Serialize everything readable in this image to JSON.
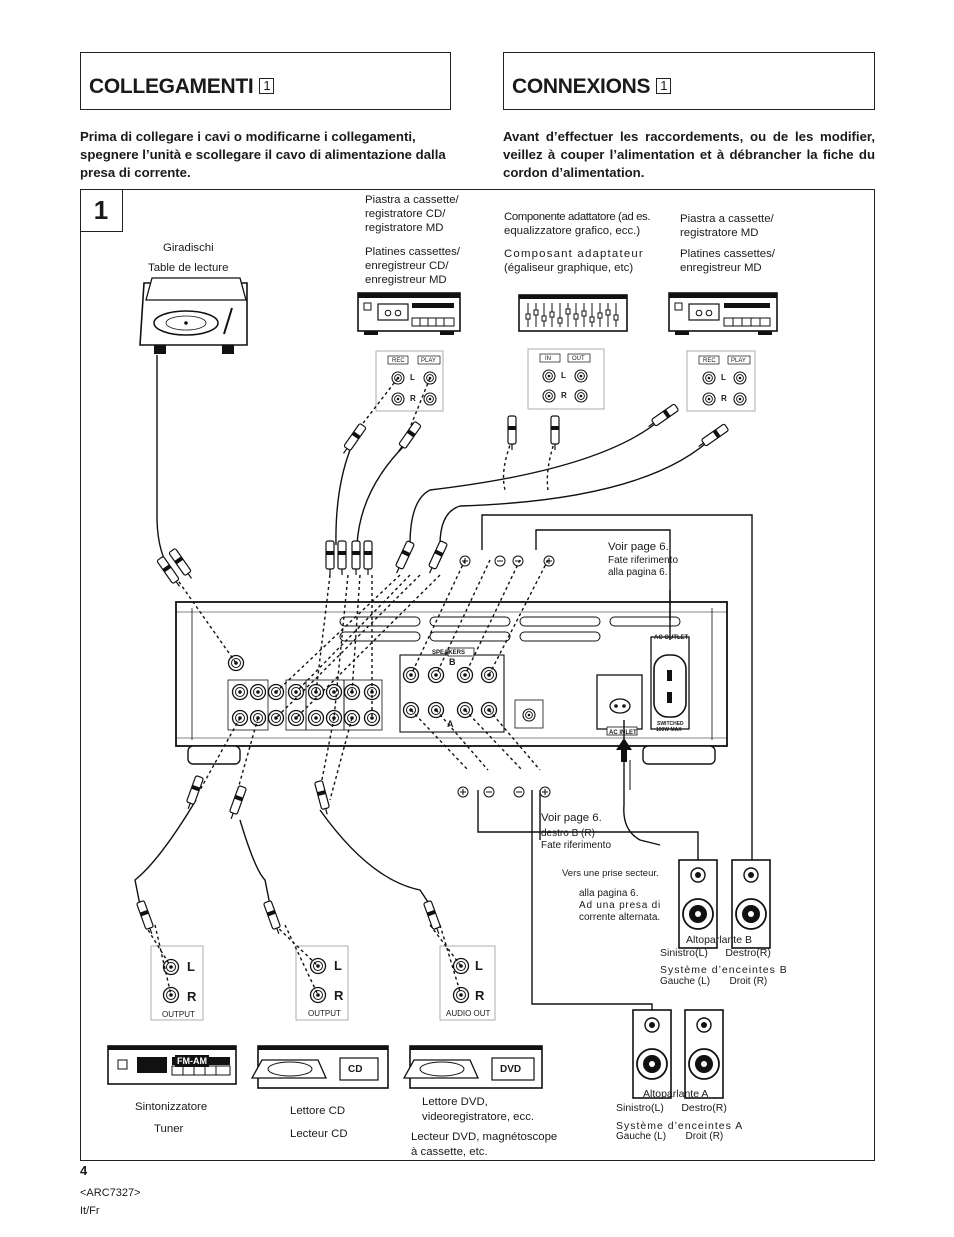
{
  "headers": {
    "it_title": "COLLEGAMENTI",
    "it_badge": "1",
    "fr_title": "CONNEXIONS",
    "fr_badge": "1"
  },
  "intro": {
    "it": "Prima di collegare i cavi o modificarne i collegamenti, spegnere l’unità e scollegare il cavo di alimentazione dalla presa di corrente.",
    "fr": "Avant d’effectuer les raccordements, ou de les modifier, veillez à couper l’alimentation et à débrancher la fiche du cordon d’alimentation."
  },
  "step_number": "1",
  "devices": {
    "turntable": {
      "it": "Giradischi",
      "fr": "Table de lecture"
    },
    "cassette_cd_md": {
      "it_l1": "Piastra a cassette/",
      "it_l2": "registratore CD/",
      "it_l3": "registratore MD",
      "fr_l1": "Platines cassettes/",
      "fr_l2": "enregistreur CD/",
      "fr_l3": "enregistreur MD"
    },
    "adapter": {
      "it_l1": "Componente adattatore (ad es.",
      "it_l2": "equalizzatore grafico, ecc.)",
      "fr_l1": "Composant adaptateur",
      "fr_l2": "(égaliseur graphique, etc)"
    },
    "cassette_md": {
      "it_l1": "Piastra a cassette/",
      "it_l2": "registratore MD",
      "fr_l1": "Platines cassettes/",
      "fr_l2": "enregistreur MD"
    },
    "tuner": {
      "it": "Sintonizzatore",
      "fr": "Tuner",
      "display": "FM-AM"
    },
    "cd": {
      "it": "Lettore CD",
      "fr": "Lecteur CD",
      "display": "CD"
    },
    "dvd": {
      "it_l1": "Lettore DVD,",
      "it_l2": "videoregistratore, ecc.",
      "fr_l1": "Lecteur DVD, magnétoscope",
      "fr_l2": "à cassette, etc.",
      "display": "DVD"
    }
  },
  "jacks": {
    "rec": "REC",
    "play": "PLAY",
    "in": "IN",
    "out": "OUT",
    "l": "L",
    "r": "R",
    "output": "OUTPUT",
    "audio_out": "AUDIO OUT"
  },
  "panel": {
    "speakers": "SPEAKERS",
    "a": "A",
    "b": "B",
    "ac_inlet": "AC INLET",
    "ac_outlet": "AC OUTLET",
    "switched": "SWITCHED",
    "max": "100W MAX"
  },
  "notes": {
    "voir_top": "Voir page 6.",
    "fate_top_l1": "Fate riferimento",
    "fate_top_l2": "alla pagina 6.",
    "voir_mid": "Voir page 6.",
    "destro_b": "destro B (R)",
    "fate_mid": "Fate riferimento",
    "vers": "Vers une prise secteur.",
    "alla_l1": "alla pagina 6.",
    "alla_l2": "Ad una presa di",
    "alla_l3": "corrente alternata."
  },
  "speakers": {
    "b_it": "Altoparlante  B",
    "b_it_lr": "Sinistro(L)      Destro(R)",
    "b_fr": "Système  d’enceintes  B",
    "b_fr_lr": "Gauche (L)       Droit (R)",
    "a_it": "Altoparlante  A",
    "a_it_lr": "Sinistro(L)      Destro(R)",
    "a_fr": "Système  d’enceintes  A",
    "a_fr_lr": "Gauche (L)       Droit (R)"
  },
  "footer": {
    "page": "4",
    "code": "<ARC7327>",
    "lang": "It/Fr"
  }
}
